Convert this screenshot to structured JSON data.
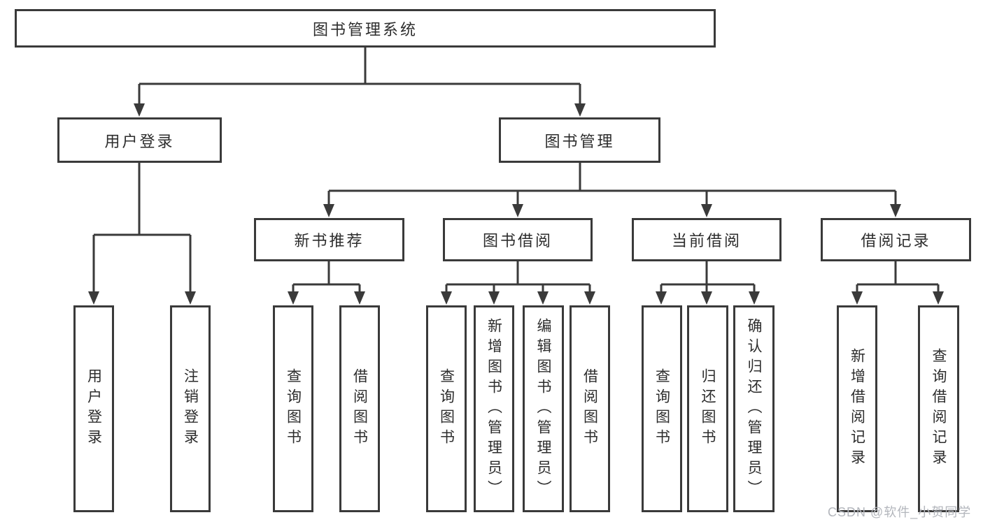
{
  "colors": {
    "line": "#3a3a3a",
    "text": "#2d2d2d",
    "background": "#ffffff",
    "watermark": "#b3b6bc"
  },
  "watermark": {
    "text": "CSDN @软件_小贺同学"
  },
  "tree": {
    "root": {
      "label": "图书管理系统"
    },
    "branches": [
      {
        "label": "用户登录",
        "children": [
          {
            "label": "用户登录"
          },
          {
            "label": "注销登录"
          }
        ]
      },
      {
        "label": "图书管理",
        "children": [
          {
            "label": "新书推荐",
            "children": [
              {
                "label": "查询图书"
              },
              {
                "label": "借阅图书"
              }
            ]
          },
          {
            "label": "图书借阅",
            "children": [
              {
                "label": "查询图书"
              },
              {
                "label": "新增图书（管理员）"
              },
              {
                "label": "编辑图书（管理员）"
              },
              {
                "label": "借阅图书"
              }
            ]
          },
          {
            "label": "当前借阅",
            "children": [
              {
                "label": "查询图书"
              },
              {
                "label": "归还图书"
              },
              {
                "label": "确认归还（管理员）"
              }
            ]
          },
          {
            "label": "借阅记录",
            "children": [
              {
                "label": "新增借阅记录"
              },
              {
                "label": "查询借阅记录"
              }
            ]
          }
        ]
      }
    ]
  }
}
